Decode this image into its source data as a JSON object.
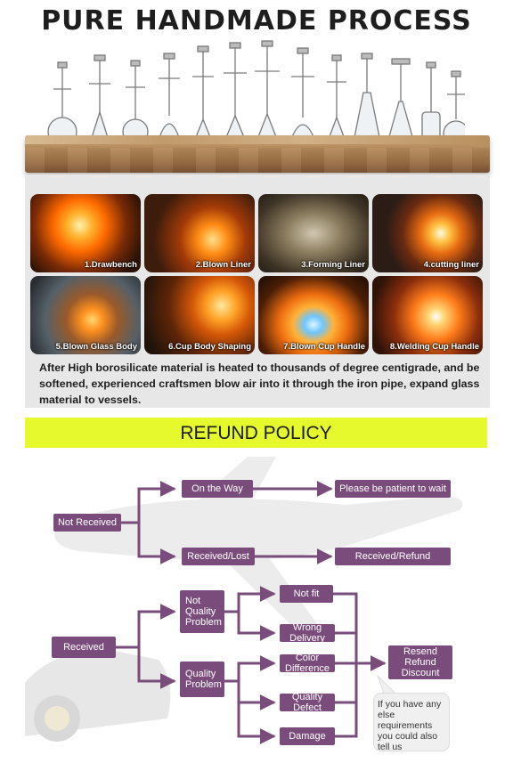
{
  "process": {
    "title": "PURE HANDMADE PROCESS",
    "steps": [
      {
        "label": "1.Drawbench"
      },
      {
        "label": "2.Blown Liner"
      },
      {
        "label": "3.Forming Liner"
      },
      {
        "label": "4.cutting liner"
      },
      {
        "label": "5.Blown Glass Body"
      },
      {
        "label": "6.Cup Body Shaping"
      },
      {
        "label": "7.Blown Cup Handle"
      },
      {
        "label": "8.Welding Cup Handle"
      }
    ],
    "description": "After High borosilicate material is heated to thousands of degree centigrade, and be softened, experienced craftsmen blow air into it through the iron pipe, expand glass material to vessels."
  },
  "refund": {
    "title": "REFUND POLICY",
    "nodes": {
      "not_received": "Not Received",
      "on_the_way": "On the Way",
      "patient": "Please be patient to wait",
      "received_lost": "Received/Lost",
      "received_refund": "Received/Refund",
      "received": "Received",
      "not_quality_problem": "Not Quality Problem",
      "quality_problem": "Quality Problem",
      "not_fit": "Not fit",
      "wrong_delivery": "Wrong Delivery",
      "color_difference": "Color Difference",
      "quality_defect": "Quality Defect",
      "damage": "Damage",
      "resend": "Resend Refund Discount",
      "note": "If you have any else requirements you could also tell us"
    },
    "colors": {
      "box": "#7a4c7c",
      "banner": "#e6f92c"
    }
  }
}
